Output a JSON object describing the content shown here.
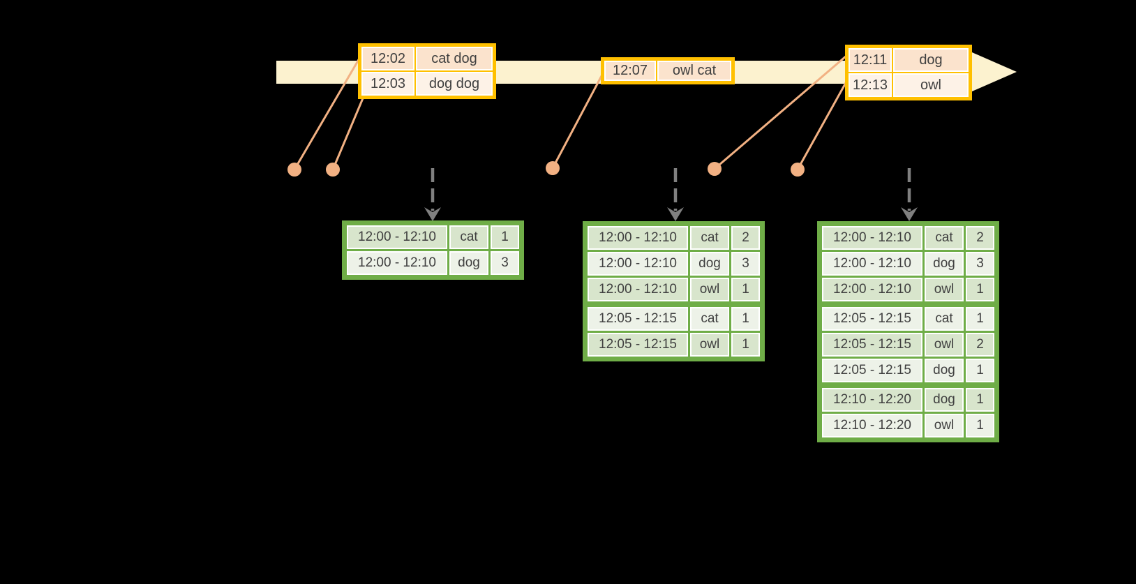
{
  "colors": {
    "background": "#000000",
    "timeline_fill": "#FCF2CF",
    "event_border": "#FFC000",
    "event_row_dark": "#FBE3CD",
    "event_row_light": "#FDF2E7",
    "dot_fill": "#F2B183",
    "result_border": "#6FAD47",
    "result_row_dark": "#D8E5CC",
    "result_row_light": "#EDF2E8",
    "trigger_arrow": "#808080",
    "text": "#3F3F3F"
  },
  "event_tables": [
    {
      "rows": [
        [
          "12:02",
          "cat dog"
        ],
        [
          "12:03",
          "dog dog"
        ]
      ]
    },
    {
      "rows": [
        [
          "12:07",
          "owl cat"
        ]
      ]
    },
    {
      "rows": [
        [
          "12:11",
          "dog"
        ],
        [
          "12:13",
          "owl"
        ]
      ]
    }
  ],
  "result_tables": [
    {
      "rows": [
        [
          "12:00 - 12:10",
          "cat",
          "1"
        ],
        [
          "12:00 - 12:10",
          "dog",
          "3"
        ]
      ]
    },
    {
      "rows": [
        [
          "12:00 - 12:10",
          "cat",
          "2"
        ],
        [
          "12:00 - 12:10",
          "dog",
          "3"
        ],
        [
          "12:00 - 12:10",
          "owl",
          "1"
        ],
        [
          "12:05 - 12:15",
          "cat",
          "1"
        ],
        [
          "12:05 - 12:15",
          "owl",
          "1"
        ]
      ]
    },
    {
      "rows": [
        [
          "12:00 - 12:10",
          "cat",
          "2"
        ],
        [
          "12:00 - 12:10",
          "dog",
          "3"
        ],
        [
          "12:00 - 12:10",
          "owl",
          "1"
        ],
        [
          "12:05 - 12:15",
          "cat",
          "1"
        ],
        [
          "12:05 - 12:15",
          "owl",
          "2"
        ],
        [
          "12:05 - 12:15",
          "dog",
          "1"
        ],
        [
          "12:10 - 12:20",
          "dog",
          "1"
        ],
        [
          "12:10 - 12:20",
          "owl",
          "1"
        ]
      ]
    }
  ]
}
